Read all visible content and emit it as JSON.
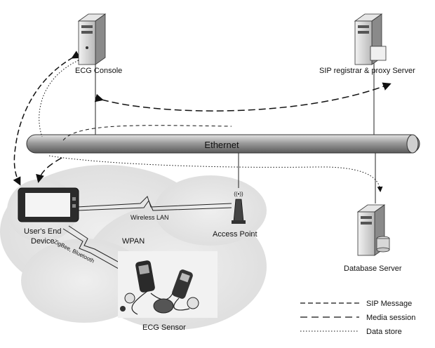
{
  "nodes": {
    "ecg_console": "ECG Console",
    "sip_server": "SIP registrar & proxy Server",
    "database_server": "Database Server",
    "access_point": "Access Point",
    "access_point_signal": "((•))",
    "user_device_line1": "User's End",
    "user_device_line2": "Device",
    "ecg_sensor": "ECG Sensor"
  },
  "network": {
    "ethernet": "Ethernet",
    "wireless_lan": "Wireless LAN",
    "wpan": "WPAN",
    "wpan_tech": "ZigBee, Bluetooth"
  },
  "legend": {
    "items": [
      {
        "label": "SIP Message"
      },
      {
        "label": "Media session"
      },
      {
        "label": "Data store"
      }
    ]
  },
  "colors": {
    "bus": "#9a9a9a",
    "server_body": "#d4d4d4",
    "line": "#111111",
    "cloud": "#e6e6e6"
  }
}
